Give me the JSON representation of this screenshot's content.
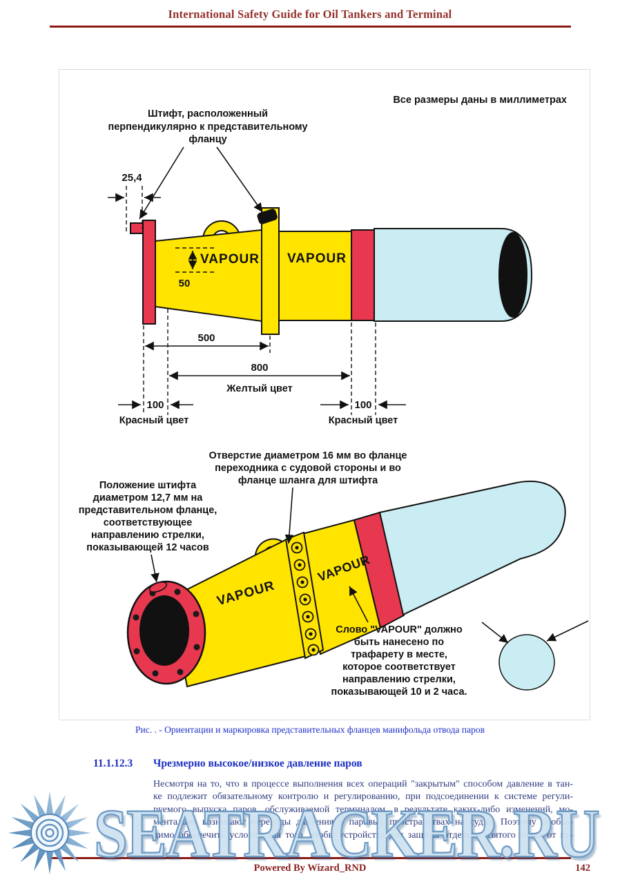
{
  "page": {
    "header_title": "International Safety Guide for Oil Tankers and Terminal",
    "footer_text": "Powered By Wizard_RND",
    "page_number": "142"
  },
  "watermark": {
    "text": "SEATRACKER.RU"
  },
  "figure": {
    "units_note": "Все размеры даны в миллиметрах",
    "caption": "Рис. . - Ориентации и маркировка представительных фланцев манифольда отвода паров",
    "colors": {
      "yellow": "#FFE400",
      "red": "#E8384F",
      "cyan": "#C9EDF2"
    },
    "top": {
      "pin_label": [
        "Штифт, расположенный",
        "перпендикулярно к представительному",
        "фланцу"
      ],
      "vapour_left": "VAPOUR",
      "vapour_right": "VAPOUR",
      "dim_pin_offset": "25,4",
      "dim_letter_height": "50",
      "dim_flange_span": "500",
      "dim_yellow_span": "800",
      "dim_red_left": "100",
      "dim_red_right": "100",
      "yellow_color_label": "Желтый цвет",
      "red_color_label_left": "Красный цвет",
      "red_color_label_right": "Красный цвет"
    },
    "bottom": {
      "hole_label": [
        "Отверстие диаметром 16 мм во фланце",
        "переходника с судовой стороны и во",
        "фланце шланга для штифта"
      ],
      "pin_position_label": [
        "Положение штифта",
        "диаметром 12,7 мм на",
        "представительном фланце,",
        "соответствующее",
        "направлению стрелки,",
        "показывающей 12 часов"
      ],
      "stencil_label": [
        "Слово \"VAPOUR\" должно",
        "быть нанесено по",
        "трафарету в месте,",
        "которое соответствует",
        "направлению стрелки,",
        "показывающей 10 и 2 часа."
      ],
      "vapour_left": "VAPOUR",
      "vapour_right": "VAPOUR"
    }
  },
  "section": {
    "number": "11.1.12.3",
    "title": "Чрезмерно высокое/низкое давление паров",
    "paragraph_lines": [
      "Несмотря на то, что в процессе выполнения всех операций \"закрытым\" способом давление в тан-",
      "ке подлежит обязательному контролю и регулированию, при подсоединении к системе регули-",
      "руемого выпуска паров, обслуживаемой терминалом, в результате каких-либо изменений, мо-",
      "ментально возникают перепады давления в паровых пространствах на судне. Поэтому необхо-",
      "димо обеспечить условия для того, чтобы устройства для защиты отдельно взятого танка от пе-"
    ]
  }
}
